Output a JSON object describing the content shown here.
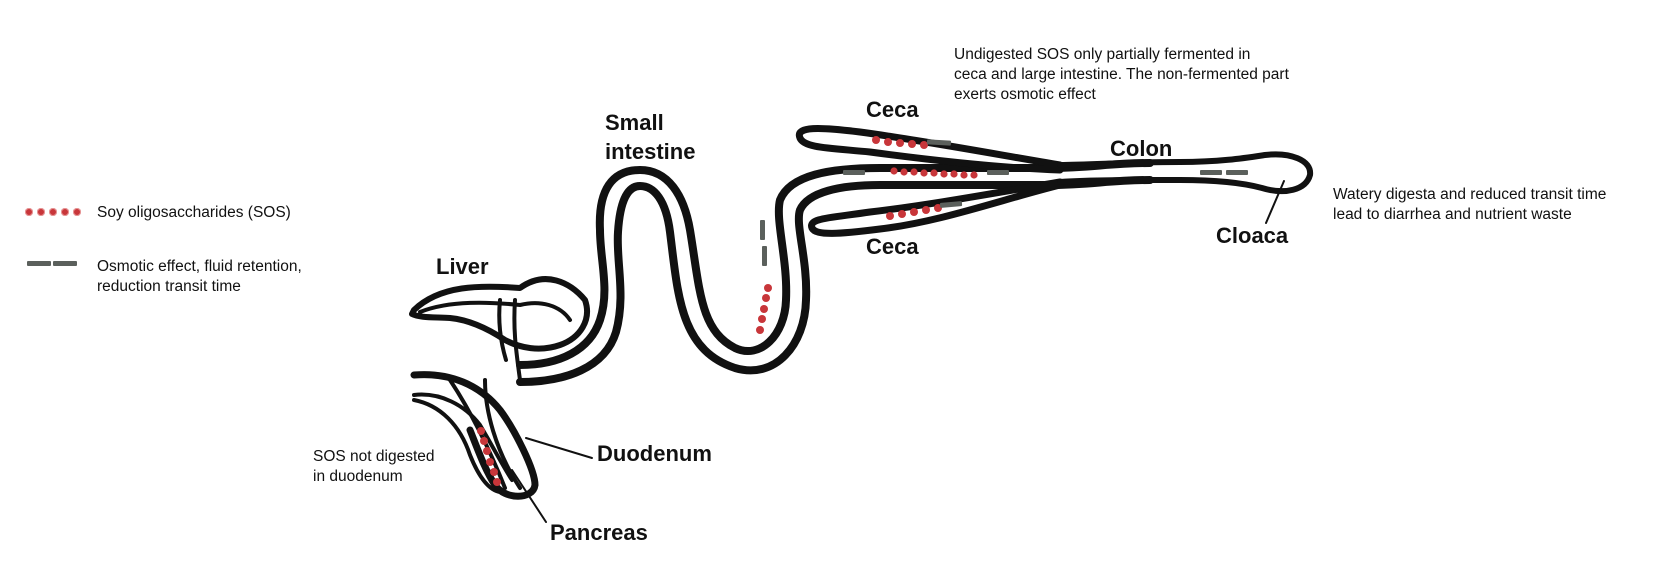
{
  "legend": {
    "items": [
      {
        "symbol": "red-dots",
        "label": "Soy oligosaccharides (SOS)"
      },
      {
        "symbol": "gray-bars",
        "label": "Osmotic effect, fluid retention,\nreduction transit time"
      }
    ]
  },
  "labels": {
    "liver": "Liver",
    "small_intestine": "Small\nintestine",
    "ceca_top": "Ceca",
    "ceca_bottom": "Ceca",
    "colon": "Colon",
    "cloaca": "Cloaca",
    "duodenum": "Duodenum",
    "pancreas": "Pancreas"
  },
  "notes": {
    "ceca": "Undigested SOS only partially fermented in\nceca and large intestine. The non-fermented part\nexerts osmotic effect",
    "cloaca": "Watery digesta and reduced transit time\nlead to diarrhea and nutrient waste",
    "duodenum": "SOS not digested\nin duodenum"
  },
  "colors": {
    "sos_dot": "#c8363a",
    "osmotic_bar": "#5b605c",
    "outline": "#111111"
  }
}
